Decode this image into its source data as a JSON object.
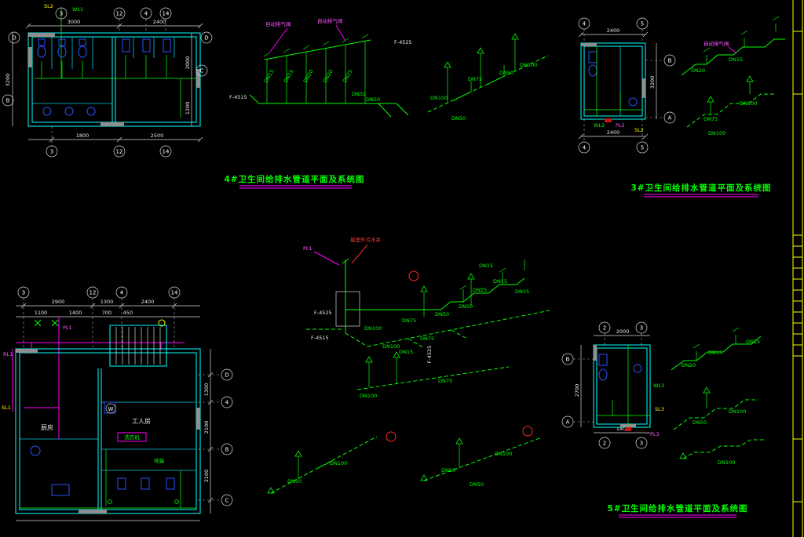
{
  "palette": {
    "background": "#000000",
    "wall_cyan": "#00ffff",
    "pipe_green": "#00ff00",
    "dim_white": "#e8e8e8",
    "note_magenta": "#ff00ff",
    "fixture_blue": "#2a4fff",
    "accent_red": "#ff2a2a",
    "frame_yellow": "#ffff00",
    "title_green": "#00ff00"
  },
  "titles": {
    "plan4": "4#卫生间给排水管道平面及系统图",
    "plan3": "3#卫生间给排水管道平面及系统图",
    "plan5": "5#卫生间给排水管道平面及系统图"
  },
  "plan4": {
    "grid_top": [
      "3",
      "12",
      "4",
      "14"
    ],
    "grid_bottom": [
      "3",
      "12",
      "14"
    ],
    "grid_left": [
      "D",
      "B"
    ],
    "grid_right": [
      "D",
      "C"
    ],
    "dims_top": [
      "3000",
      "2400"
    ],
    "dims_bottom": [
      "1800",
      "2500"
    ],
    "dim_left": "3200",
    "dims_right": [
      "2000",
      "1200"
    ],
    "risers": [
      "SL2",
      "WL1"
    ]
  },
  "iso_supply4": {
    "notes": [
      "自动排气阀",
      "自动排气阀"
    ],
    "labels": [
      "DN15",
      "DN15",
      "DN20",
      "DN20",
      "DN25",
      "DN32",
      "DN50"
    ],
    "marks": [
      "F-4515",
      "F-4525"
    ]
  },
  "iso_drain4": {
    "labels": [
      "DN100",
      "DN75",
      "DN50",
      "DN100",
      "DN50"
    ]
  },
  "plan3": {
    "grid_top": [
      "4",
      "5"
    ],
    "grid_bottom": [
      "4",
      "5"
    ],
    "grid_right": [
      "B",
      "A"
    ],
    "dim_top": "2400",
    "dim_bottom": "2400",
    "dim_side": "3200",
    "risers": [
      "WL2",
      "PL2",
      "SL2"
    ]
  },
  "iso3": {
    "note": "自动排气阀",
    "supply_labels": [
      "DN20",
      "DN15"
    ],
    "drain_labels": [
      "DN75",
      "DN100",
      "DN100"
    ]
  },
  "planB": {
    "grid_top": [
      "3",
      "12",
      "4",
      "14"
    ],
    "grid_right": [
      "D",
      "4",
      "B",
      "C"
    ],
    "dims_top": [
      "2900",
      "1300",
      "2400"
    ],
    "dims_sub": [
      "1100",
      "1400",
      "700",
      "450"
    ],
    "dims_right": [
      "1300",
      "2100",
      "2100"
    ],
    "risers": [
      "RL1",
      "SL1",
      "PL1"
    ],
    "rooms": [
      "厨房",
      "工人房"
    ],
    "tags": [
      "W",
      "洗衣机",
      "地漏"
    ]
  },
  "iso_center": {
    "riser_tag": "PL1",
    "note": "接室外污水井",
    "marks": [
      "F-4525",
      "F-4515",
      "F-4525"
    ],
    "labels": [
      "DN100",
      "DN75",
      "DN50",
      "DN50",
      "DN25",
      "DN15",
      "DN15",
      "DN100",
      "DN75",
      "DN15"
    ]
  },
  "iso_low": {
    "labels": [
      "DN100",
      "DN75",
      "DN15"
    ]
  },
  "iso_bottom_left": {
    "labels": [
      "DN50",
      "DN100"
    ]
  },
  "iso_bottom_right": {
    "labels": [
      "DN50",
      "DN100",
      "DN50"
    ]
  },
  "plan5": {
    "grid_top": [
      "2",
      "3"
    ],
    "grid_bottom": [
      "2",
      "3"
    ],
    "grid_left": [
      "B",
      "A"
    ],
    "dim_top": "2000",
    "dim_bottom": "1800",
    "dim_left": "2700",
    "risers": [
      "WL3",
      "PL3",
      "SL3"
    ]
  },
  "iso5": {
    "supply_labels": [
      "DN20",
      "DN15",
      "DN15"
    ],
    "drain_labels": [
      "DN50",
      "DN100",
      "DN100"
    ]
  }
}
